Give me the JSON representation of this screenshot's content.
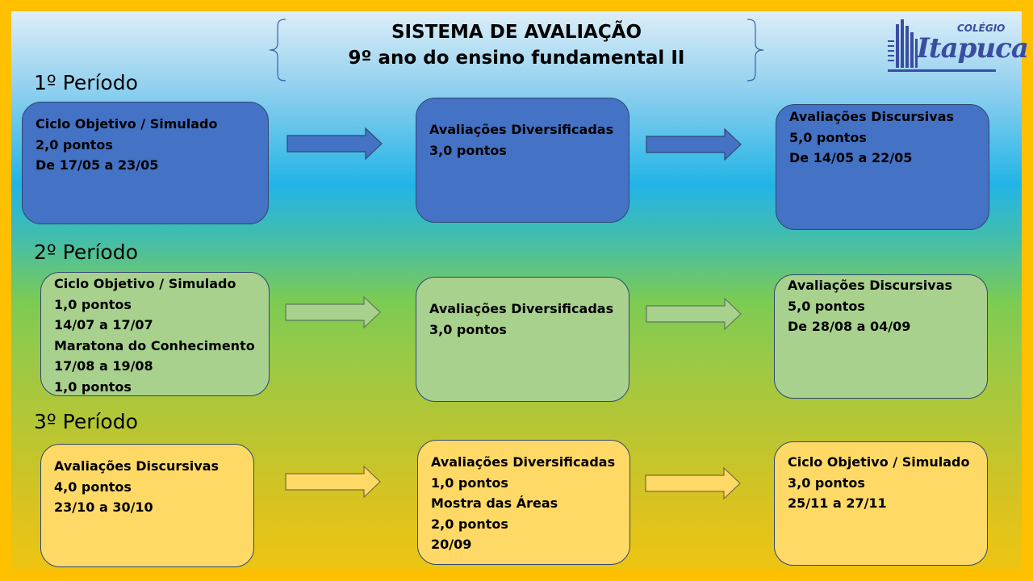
{
  "header": {
    "title_line1": "SISTEMA DE AVALIAÇÃO",
    "title_line2": "9º ano do ensino fundamental II"
  },
  "logo": {
    "college": "COLÉGIO",
    "name": "Itapuca"
  },
  "colors": {
    "frame": "#ffc000",
    "period1_box": "#4472c4",
    "period2_box": "#a9d18e",
    "period3_box": "#ffd966",
    "box_border": "#2f4770",
    "logo": "#3a4da0"
  },
  "periods": [
    {
      "label": "1º Período",
      "boxes": [
        {
          "lines": [
            "Ciclo Objetivo / Simulado",
            "2,0 pontos",
            "De 17/05 a 23/05"
          ]
        },
        {
          "lines": [
            "Avaliações Diversificadas",
            "3,0 pontos"
          ]
        },
        {
          "lines": [
            "Avaliações Discursivas",
            "5,0 pontos",
            "De 14/05 a 22/05"
          ]
        }
      ]
    },
    {
      "label": "2º Período",
      "boxes": [
        {
          "lines": [
            "Ciclo Objetivo / Simulado",
            "1,0 pontos",
            "14/07 a 17/07",
            "Maratona do Conhecimento",
            "17/08 a 19/08",
            "1,0 pontos"
          ]
        },
        {
          "lines": [
            "Avaliações Diversificadas",
            "3,0 pontos"
          ]
        },
        {
          "lines": [
            "Avaliações Discursivas",
            "5,0 pontos",
            "De 28/08 a 04/09"
          ]
        }
      ]
    },
    {
      "label": "3º Período",
      "boxes": [
        {
          "lines": [
            "Avaliações Discursivas",
            "4,0 pontos",
            "23/10 a 30/10"
          ]
        },
        {
          "lines": [
            "Avaliações Diversificadas",
            "1,0 pontos",
            "Mostra das Áreas",
            "2,0 pontos",
            "20/09"
          ]
        },
        {
          "lines": [
            "Ciclo Objetivo / Simulado",
            "3,0 pontos",
            "25/11 a 27/11"
          ]
        }
      ]
    }
  ]
}
